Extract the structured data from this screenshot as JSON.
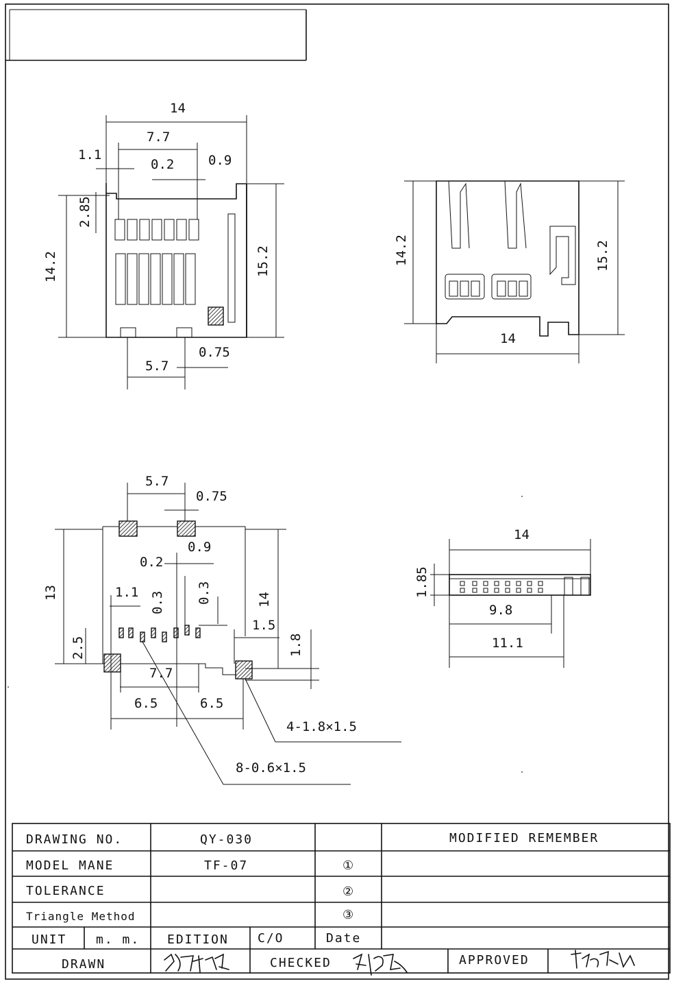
{
  "views": {
    "top": {
      "w": "14",
      "pitch": "7.7",
      "pin_w": "1.1",
      "gap": "0.2",
      "edge": "0.9",
      "inset": "2.85",
      "h_left": "14.2",
      "h_right": "15.2",
      "pad_span": "5.7",
      "pad_w": "0.75"
    },
    "rear": {
      "h_left": "14.2",
      "h_right": "15.2",
      "w": "14"
    },
    "footprint": {
      "pad_span": "5.7",
      "pad_w": "0.75",
      "gap_a": "0.9",
      "gap_b": "0.2",
      "h_left": "13",
      "pin_w": "1.1",
      "p1": "0.3",
      "p2": "0.3",
      "h_right": "14",
      "off_a": "1.5",
      "off_b": "1.8",
      "low": "2.5",
      "pitch": "7.7",
      "half_l": "6.5",
      "half_r": "6.5",
      "callout_pads": "4-1.8×1.5",
      "callout_pins": "8-0.6×1.5"
    },
    "side": {
      "w": "14",
      "h": "1.85",
      "inner": "9.8",
      "outer": "11.1"
    }
  },
  "title_block": {
    "drawing_no_label": "DRAWING NO.",
    "drawing_no": "QY-030",
    "model_label": "MODEL MANE",
    "model": "TF-07",
    "tolerance_label": "TOLERANCE",
    "method_label": "Triangle Method",
    "unit_label": "UNIT",
    "unit": "m. m.",
    "edition_label": "EDITION",
    "co_label": "C/O",
    "date_label": "Date",
    "modified_label": "MODIFIED REMEMBER",
    "rev1": "①",
    "rev2": "②",
    "rev3": "③",
    "drawn_label": "DRAWN",
    "checked_label": "CHECKED",
    "approved_label": "APPROVED"
  }
}
